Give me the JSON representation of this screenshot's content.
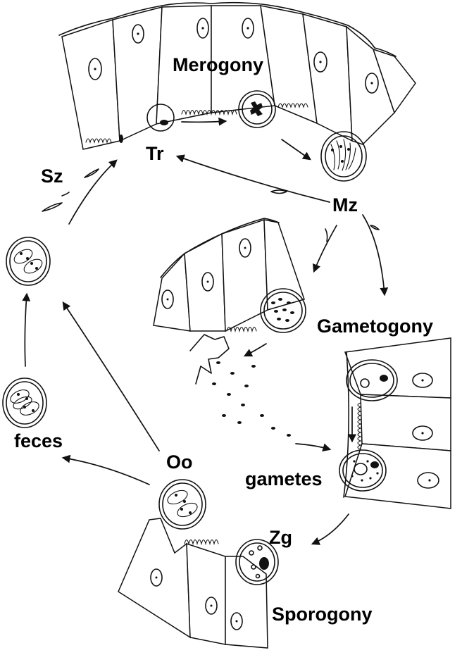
{
  "diagram": {
    "stages": {
      "merogony": "Merogony",
      "gametogony": "Gametogony",
      "sporogony": "Sporogony"
    },
    "forms": {
      "trophozoite": "Tr",
      "merozoite": "Mz",
      "sporozoite": "Sz",
      "oocyst": "Oo",
      "zygote": "Zg"
    },
    "notes": {
      "feces": "feces",
      "gametes": "gametes"
    }
  }
}
